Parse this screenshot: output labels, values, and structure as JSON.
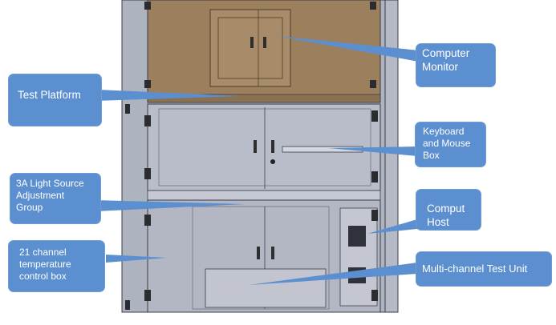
{
  "labels": {
    "computer_monitor": "Computer\nMonitor",
    "test_platform": "Test Platform",
    "keyboard_mouse_box": "Keyboard\nand Mouse\nBox",
    "light_source_group": "3A Light Source\nAdjustment\nGroup",
    "computer_host": "Comput\nHost",
    "temperature_box": "21 channel\ntemperature\ncontrol box",
    "test_unit": "Multi-channel Test Unit"
  },
  "colors": {
    "callout": "#5b8fd0",
    "cabinet": "#b9bdc9",
    "wood_top": "#9c7f5d",
    "outline": "#3c3f48"
  }
}
